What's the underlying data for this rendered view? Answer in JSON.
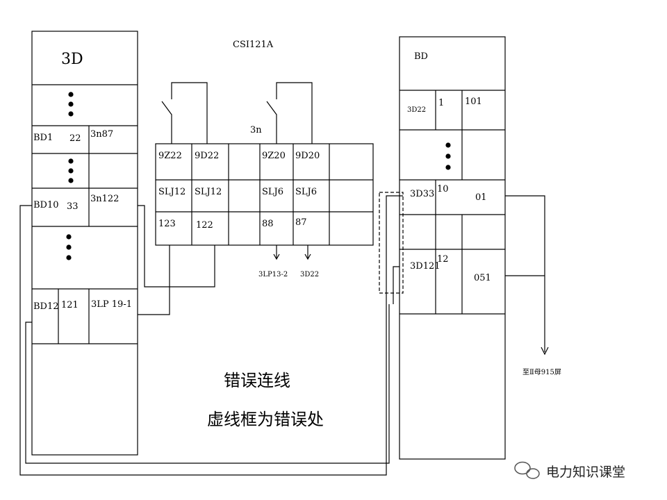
{
  "diagram": {
    "device_title": "CSI121A",
    "left_block": {
      "title": "3D",
      "rows": [
        {
          "a": "BD1",
          "b": "22",
          "c": "3n87"
        },
        {
          "a": "BD10",
          "b": "33",
          "c": "3n122"
        },
        {
          "a": "BD12",
          "b": "121",
          "c": "3LP 19-1"
        }
      ]
    },
    "middle_block": {
      "title": "3n",
      "rows": [
        [
          "9Z22",
          "9D22",
          "",
          "9Z20",
          "9D20",
          ""
        ],
        [
          "SLJ12",
          "SLJ12",
          "",
          "SLJ6",
          "SLJ6",
          ""
        ],
        [
          "123",
          "122",
          "",
          "88",
          "87",
          ""
        ]
      ],
      "arrow_labels": [
        "3LP13-2",
        "3D22"
      ]
    },
    "right_block": {
      "title": "BD",
      "rows": [
        {
          "a": "3D22",
          "b": "1",
          "c": "101"
        },
        {
          "a": "3D33",
          "b": "10",
          "c": "01"
        },
        {
          "a": "3D121",
          "b": "12",
          "c": "051"
        }
      ],
      "arrow_label": "至Ⅱ母915屏"
    },
    "caption_line1": "错误连线",
    "caption_line2": "虚线框为错误处",
    "watermark": "电力知识课堂"
  }
}
